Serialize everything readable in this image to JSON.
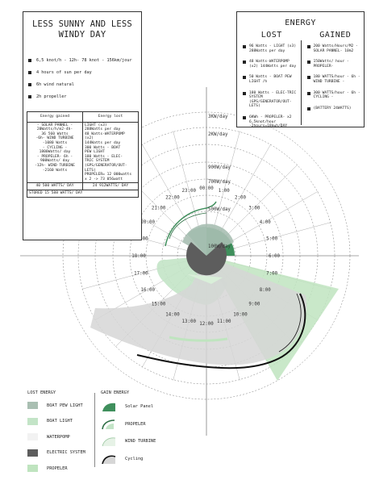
{
  "left_box": {
    "title_line1": "LESS SUNNY AND LESS",
    "title_line2": "WINDY DAY",
    "bullets": [
      "6,5 knot/h - 12h- 78 knot - 156km/jour",
      "4 hours of sun per day",
      "6h wind natural",
      "2h propeller"
    ],
    "table": {
      "header_gained": "Energy gained",
      "header_lost": "Energy lost",
      "gained": [
        "- SOLAR PANNEL -",
        "20Watts/h/m2-4h-",
        "36 560 Watts",
        "-6h- WIND TURBINE",
        "-1080 Watts",
        "- CYCLING -",
        "1800Watts/ day",
        "- PROPELER- 6h -",
        "900Watts/ day",
        "-12h- WIND TURBINE",
        "-2160 Watts"
      ],
      "lost": [
        "LIGHT (x3)",
        "288Watts per day",
        "48 Watts-WATERPOMP",
        "(x2)",
        "144Watts per day",
        "300 Watts - BOAT",
        "PEW LIGHT",
        "180 Watts - ELEC-",
        "TRIC SYSTEM",
        "(GPS/GENERATOR/OUT-",
        "LETS)",
        "PROPELER= 12 000watts",
        "x 2 -> 73 056watt"
      ],
      "total_gained": "40 500 WATTS/ DAY",
      "total_lost": "24 912WATTS/ DAY",
      "stored": "STORED 15 588 WATTS/ DAY"
    }
  },
  "right_box": {
    "title": "ENERGY",
    "lost_header": "LOST",
    "gained_header": "GAINED",
    "lost_items": [
      "96 Watts - LIGHT (x3) 288Watts per day",
      "48 Watts-WATERPOMP (x2) 144Watts per day",
      "50 Watts - BOAT PEW LIGHT /h",
      "180 Watts - ELEC-TRIC SYSTEM (GPS/GENERATOR/OUT-LETS)",
      "6KWh - PROPELER- x2 6,5knot/hour -2hours=18kwh/DAY"
    ],
    "gained_items": [
      "200 Watts/Hours/M2 - SOLAR PANNEL- 10m2",
      "150Watts/ hour - PROPELER-",
      "180 WATTS/hour - 6h - WIND TURBINE -",
      "300 WATTS/hour - 6h - CYCLING -",
      "(BATTERY 24WATTS)"
    ]
  },
  "radial": {
    "ring_labels": [
      "3KW/day",
      "2KW/day",
      "900W/day",
      "700W/day",
      "500W/day",
      "100W/day"
    ],
    "hours": [
      "00:00",
      "1:00",
      "2:00",
      "3:00",
      "4:00",
      "5:00",
      "6:00",
      "7:00",
      "8:00",
      "9:00",
      "10:00",
      "11:00",
      "12:00",
      "13:00",
      "14:00",
      "15:00",
      "16:00",
      "17:00",
      "18:00",
      "19:00",
      "20:00",
      "21:00",
      "22:00",
      "23:00"
    ]
  },
  "legend": {
    "lost_title": "LOST ENERGY",
    "lost_items": [
      "BOAT PEW LIGHT",
      "BOAT LIGHT",
      "WATERPOMP",
      "ELECTRIC SYSTEM",
      "PROPELER"
    ],
    "gain_title": "GAIN ENERGY",
    "gain_items": [
      "Solar Panel",
      "PROPELER",
      "WIND TURBINE",
      "Cycling"
    ]
  },
  "colors": {
    "boat_pew_light": "#a9bfb2",
    "boat_light": "#c3e4c7",
    "waterpomp": "#f2f2f2",
    "electric_system": "#5d5d5d",
    "propeler": "#bfe4bf",
    "solar_dark": "#3f8f5c",
    "cycling_fill": "#d6d6d6"
  }
}
